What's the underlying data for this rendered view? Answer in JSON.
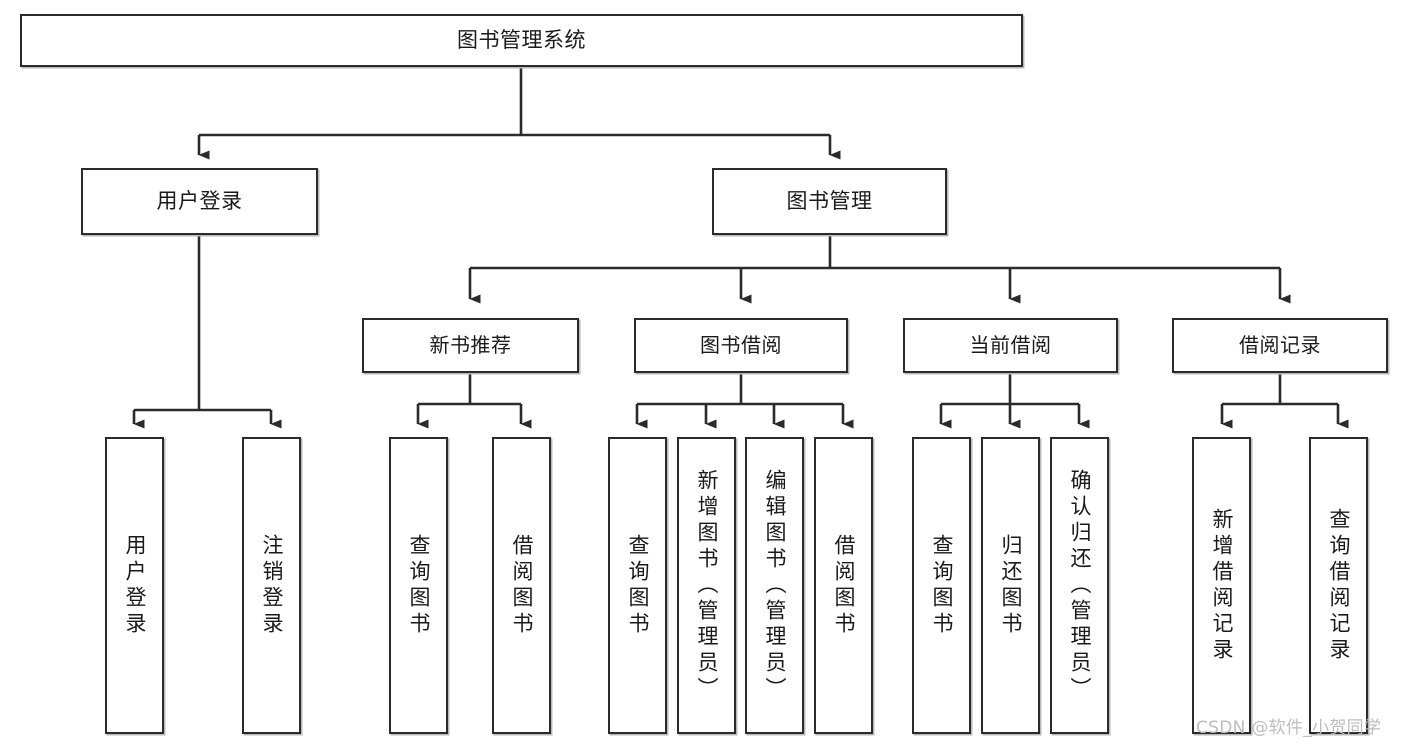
{
  "diagram": {
    "title": "图书管理系统",
    "type": "tree-structure-chart",
    "colors": {
      "box_border": "#2b2b2b",
      "box_fill": "#ffffff",
      "connector": "#2b2b2b",
      "shadow": "#b8b8b8",
      "watermark": "#bdbdbd",
      "background": "#ffffff"
    },
    "root": {
      "label": "图书管理系统"
    },
    "level2": [
      {
        "label": "用户登录"
      },
      {
        "label": "图书管理"
      }
    ],
    "level3": [
      {
        "label": "新书推荐"
      },
      {
        "label": "图书借阅"
      },
      {
        "label": "当前借阅"
      },
      {
        "label": "借阅记录"
      }
    ],
    "leaves": {
      "user_login": [
        {
          "label": "用户登录"
        },
        {
          "label": "注销登录"
        }
      ],
      "new_book_recommend": [
        {
          "label": "查询图书"
        },
        {
          "label": "借阅图书"
        }
      ],
      "book_borrow": [
        {
          "label": "查询图书"
        },
        {
          "label": "新增图书（管理员）"
        },
        {
          "label": "编辑图书（管理员）"
        },
        {
          "label": "借阅图书"
        }
      ],
      "current_borrow": [
        {
          "label": "查询图书"
        },
        {
          "label": "归还图书"
        },
        {
          "label": "确认归还（管理员）"
        }
      ],
      "borrow_record": [
        {
          "label": "新增借阅记录"
        },
        {
          "label": "查询借阅记录"
        }
      ]
    },
    "watermark": "CSDN @软件_小贺同学"
  }
}
